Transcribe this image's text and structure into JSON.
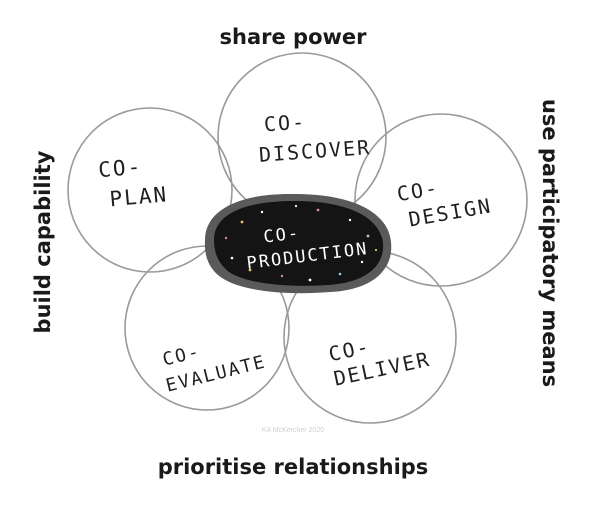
{
  "labels": {
    "top": "share power",
    "bottom": "prioritise relationships",
    "left": "build capability",
    "right": "use participatory means"
  },
  "circles": {
    "discover": [
      "CO-",
      "DISCOVER"
    ],
    "plan": [
      "CO-",
      "PLAN"
    ],
    "design": [
      "CO-",
      "DESIGN"
    ],
    "evaluate": [
      "CO-",
      "EVALUATE"
    ],
    "deliver": [
      "CO-",
      "DELIVER"
    ]
  },
  "center": [
    "CO-",
    "PRODUCTION"
  ],
  "credit": "KA McKercher 2020",
  "colors": {
    "ring": "#9a9a9a",
    "blob_outer": "#5a5a5a",
    "blob_inner": "#141414",
    "text": "#1a1a1a"
  }
}
